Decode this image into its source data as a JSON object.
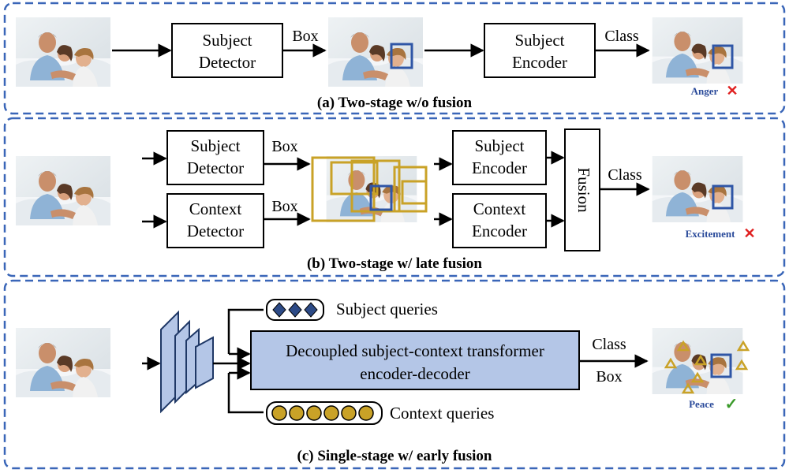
{
  "panel_a": {
    "caption": "(a) Two-stage w/o fusion",
    "detector_line1": "Subject",
    "detector_line2": "Detector",
    "encoder_line1": "Subject",
    "encoder_line2": "Encoder",
    "box_label": "Box",
    "class_label": "Class",
    "result_label": "Anger"
  },
  "panel_b": {
    "caption": "(b) Two-stage w/ late fusion",
    "subject_detector_line1": "Subject",
    "subject_detector_line2": "Detector",
    "context_detector_line1": "Context",
    "context_detector_line2": "Detector",
    "subject_encoder_line1": "Subject",
    "subject_encoder_line2": "Encoder",
    "context_encoder_line1": "Context",
    "context_encoder_line2": "Encoder",
    "fusion_label": "Fusion",
    "box_label_top": "Box",
    "box_label_bottom": "Box",
    "class_label": "Class",
    "result_label": "Excitement"
  },
  "panel_c": {
    "caption": "(c) Single-stage w/ early fusion",
    "transformer_line1": "Decoupled subject-context transformer",
    "transformer_line2": "encoder-decoder",
    "subject_queries_label": "Subject queries",
    "context_queries_label": "Context queries",
    "class_label": "Class",
    "box_label": "Box",
    "result_label": "Peace"
  },
  "colors": {
    "panel_border": "#3a66b8",
    "transformer_fill": "#b4c6e7",
    "cnn_fill": "#b4c6e7",
    "subject_query_fill": "#2c4a86",
    "context_query_fill": "#c9a227",
    "subject_box": "#2f56a6",
    "context_box": "#c9a227",
    "wrong_mark": "#e02020",
    "right_mark": "#3a9a2a",
    "result_text": "#2a4a9a"
  }
}
